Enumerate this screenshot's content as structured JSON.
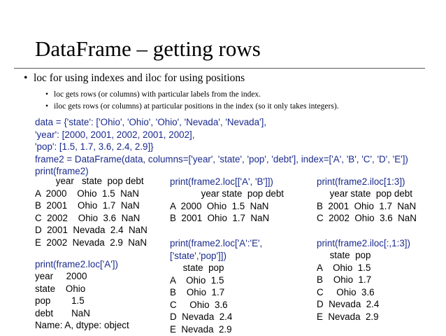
{
  "slide": {
    "title": "DataFrame – getting rows",
    "bullets": [
      {
        "text": "loc for using indexes and iloc for using positions",
        "sub": [
          "loc gets rows (or columns) with particular labels from the index.",
          "iloc gets rows (or columns) at particular positions in the index (so it only takes integers)."
        ]
      }
    ]
  },
  "code": {
    "setup": "data = {'state': ['Ohio', 'Ohio', 'Ohio', 'Nevada', 'Nevada'],\n'year': [2000, 2001, 2002, 2001, 2002],\n'pop': [1.5, 1.7, 3.6, 2.4, 2.9]}\nframe2 = DataFrame(data, columns=['year', 'state', 'pop', 'debt'], index=['A', 'B', 'C', 'D', 'E'])\nprint(frame2)",
    "frame2_output": "        year   state  pop debt\nA  2000    Ohio  1.5  NaN\nB  2001    Ohio  1.7  NaN\nC  2002    Ohio  3.6  NaN\nD  2001  Nevada  2.4  NaN\nE  2002  Nevada  2.9  NaN",
    "loc_a_cmd": "print(frame2.loc['A'])",
    "loc_a_output": "year     2000\nstate    Ohio\npop        1.5\ndebt       NaN\nName: A, dtype: object",
    "loc_ab_cmd": "print(frame2.loc[['A', 'B']])",
    "loc_ab_output": "            year state  pop debt\nA  2000  Ohio  1.5  NaN\nB  2001  Ohio  1.7  NaN",
    "loc_slice_cmd": "print(frame2.loc['A':'E',\n['state','pop']])",
    "loc_slice_output": "     state  pop\nA    Ohio  1.5\nB    Ohio  1.7\nC     Ohio  3.6\nD  Nevada  2.4\nE  Nevada  2.9",
    "iloc_rows_cmd": "print(frame2.iloc[1:3])",
    "iloc_rows_output": "     year state  pop debt\nB  2001  Ohio  1.7  NaN\nC  2002  Ohio  3.6  NaN",
    "iloc_cols_cmd": "print(frame2.iloc[:,1:3])",
    "iloc_cols_output": "     state  pop\nA    Ohio  1.5\nB    Ohio  1.7\nC     Ohio  3.6\nD  Nevada  2.4\nE  Nevada  2.9"
  }
}
